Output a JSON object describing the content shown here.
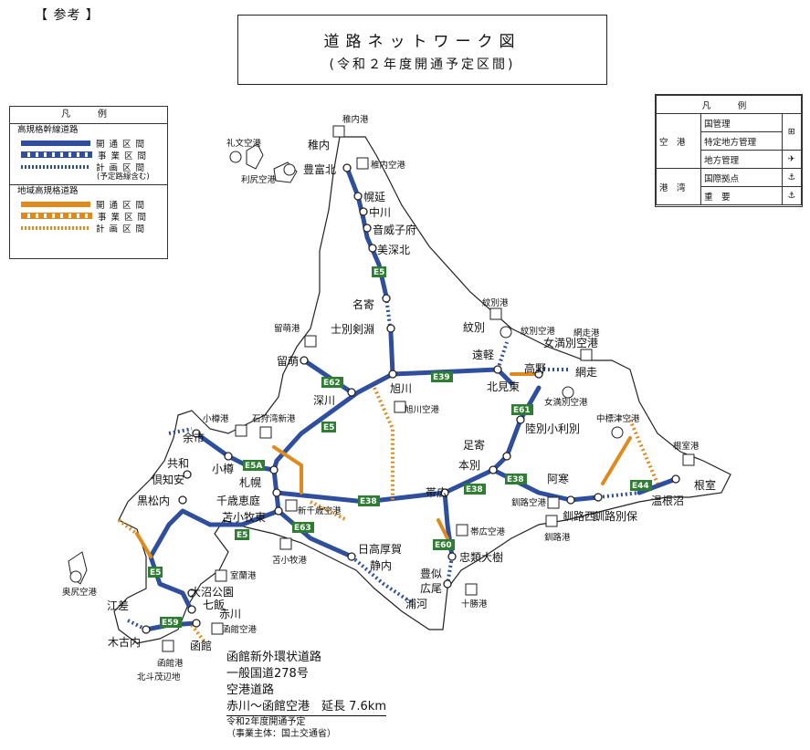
{
  "header": {
    "ref_label": "【 参考 】"
  },
  "title": {
    "line1": "道路ネットワーク図",
    "line2": "(令和２年度開通予定区間)"
  },
  "legend_left": {
    "heading": "凡　例",
    "cat1": "高規格幹線道路",
    "cat1_items": [
      "開通区間",
      "事業区間",
      "計画区間"
    ],
    "cat1_note": "(予定路線含む)",
    "cat2": "地域高規格道路",
    "cat2_items": [
      "開通区間",
      "事業区間",
      "計画区間"
    ],
    "colors": {
      "trunk": "#2f4f9e",
      "regional": "#e08a1e"
    }
  },
  "legend_right": {
    "heading": "凡　例",
    "airport": "空　港",
    "airport_items": [
      "国管理",
      "特定地方管理",
      "地方管理"
    ],
    "port": "港　湾",
    "port_items": [
      "国際拠点",
      "重　要"
    ]
  },
  "map": {
    "cities": [
      "稚内",
      "豊富北",
      "幌延",
      "中川",
      "音威子府",
      "美深北",
      "名寄",
      "士別剣淵",
      "留萌",
      "深川",
      "旭川",
      "紋別",
      "遠軽",
      "北見東",
      "女満別空港",
      "網走",
      "高野",
      "陸別小利別",
      "足寄",
      "本別",
      "阿寒",
      "釧路西",
      "釧路別保",
      "温根沼",
      "根室",
      "帯広",
      "忠類大樹",
      "豊似",
      "広尾",
      "日高厚賀",
      "静内",
      "浦河",
      "余市",
      "小樽",
      "札幌",
      "共和",
      "倶知安",
      "黒松内",
      "千歳恵庭",
      "苫小牧東",
      "大沼公園",
      "七飯",
      "赤川",
      "函館",
      "木古内",
      "江差",
      "北斗茂辺地"
    ],
    "ports": [
      "稚内港",
      "留萌港",
      "紋別港",
      "網走港",
      "根室港",
      "小樽港",
      "石狩湾新港",
      "苫小牧港",
      "室蘭港",
      "十勝港",
      "釧路港",
      "函館港"
    ],
    "airports": [
      "礼文空港",
      "利尻空港",
      "稚内空港",
      "紋別空港",
      "女満別空港",
      "旭川空港",
      "新千歳空港",
      "中標津空港",
      "釧路空港",
      "帯広空港",
      "奥尻空港",
      "函館空港"
    ],
    "routes": [
      "E5",
      "E62",
      "E39",
      "E61",
      "E38",
      "E63",
      "E60",
      "E44",
      "E5A",
      "E59"
    ]
  },
  "note": {
    "line1": "函館新外環状道路",
    "line2": "一般国道278号",
    "line3": "空港道路",
    "line4": "赤川～函館空港　延長 7.6km",
    "line5": "令和2年度開通予定",
    "line6": "（事業主体：国土交通省）"
  }
}
